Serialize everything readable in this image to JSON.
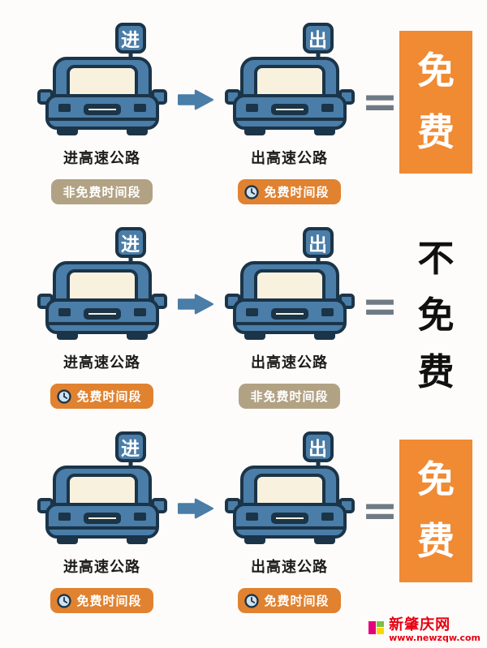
{
  "rows": [
    {
      "left": {
        "sign": "进",
        "label": "进高速公路",
        "badge": "非免费时间段"
      },
      "right": {
        "sign": "出",
        "label": "出高速公路",
        "badge": "免费时间段"
      },
      "equals": "=",
      "result": "免费"
    },
    {
      "left": {
        "sign": "进",
        "label": "进高速公路",
        "badge": "免费时间段"
      },
      "right": {
        "sign": "出",
        "label": "出高速公路",
        "badge": "非免费时间段"
      },
      "equals": "=",
      "result": "不免费"
    },
    {
      "left": {
        "sign": "进",
        "label": "进高速公路",
        "badge": "免费时间段"
      },
      "right": {
        "sign": "出",
        "label": "出高速公路",
        "badge": "免费时间段"
      },
      "equals": "=",
      "result": "免费"
    }
  ],
  "watermark": {
    "site_name": "新肇庆网",
    "url": "www.newzqw.com"
  },
  "colors": {
    "car_blue": "#4a7da8",
    "outline_navy": "#1b3448",
    "windshield": "#f7f1de",
    "free_badge_orange": "#e08230",
    "nonfree_badge_tan": "#b2a284",
    "result_box_orange": "#f08a33",
    "watermark_red": "#e60012"
  }
}
